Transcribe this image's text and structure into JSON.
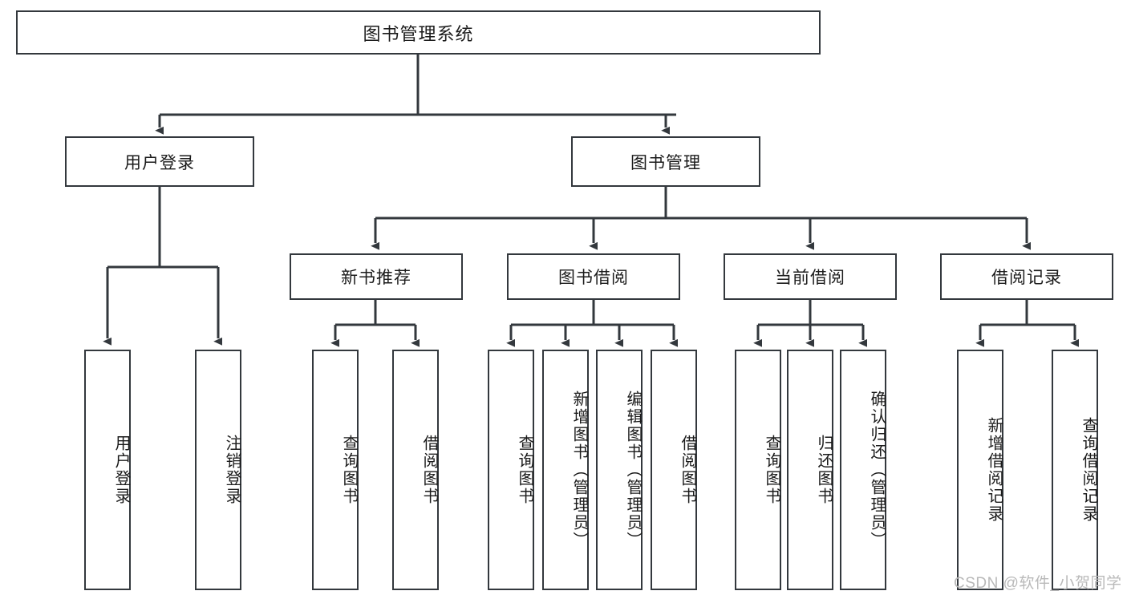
{
  "diagram": {
    "title": "图书管理系统",
    "type": "tree-hierarchy",
    "root": {
      "label": "图书管理系统"
    },
    "level2": [
      {
        "label": "用户登录"
      },
      {
        "label": "图书管理"
      }
    ],
    "level3": [
      {
        "label": "新书推荐"
      },
      {
        "label": "图书借阅"
      },
      {
        "label": "当前借阅"
      },
      {
        "label": "借阅记录"
      }
    ],
    "leaves": {
      "user_login": [
        {
          "label": "用户登录"
        },
        {
          "label": "注销登录"
        }
      ],
      "new_book_recommend": [
        {
          "label": "查询图书"
        },
        {
          "label": "借阅图书"
        }
      ],
      "book_borrow": [
        {
          "label": "查询图书"
        },
        {
          "label": "新增图书（管理员）"
        },
        {
          "label": "编辑图书（管理员）"
        },
        {
          "label": "借阅图书"
        }
      ],
      "current_borrow": [
        {
          "label": "查询图书"
        },
        {
          "label": "归还图书"
        },
        {
          "label": "确认归还（管理员）"
        }
      ],
      "borrow_record": [
        {
          "label": "新增借阅记录"
        },
        {
          "label": "查询借阅记录"
        }
      ]
    }
  },
  "watermark": {
    "text": "CSDN @软件_小贺同学"
  },
  "colors": {
    "stroke": "#33383d",
    "background": "#ffffff",
    "text": "#1b1b1b",
    "watermark": "#b9b9b9"
  }
}
